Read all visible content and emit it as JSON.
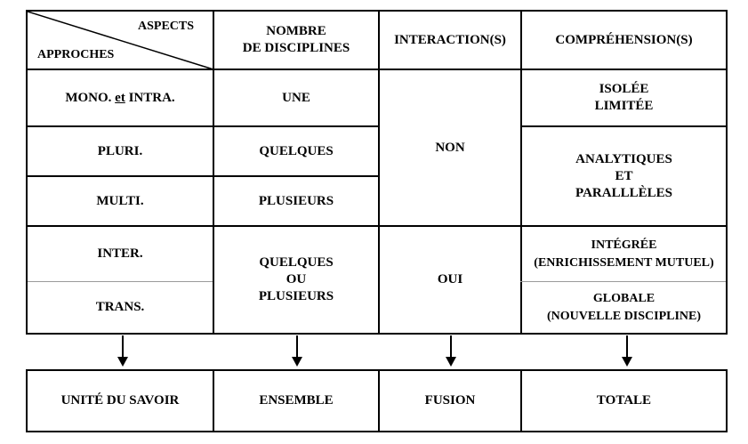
{
  "header": {
    "aspects": "ASPECTS",
    "approches": "APPROCHES",
    "nombre_line1": "NOMBRE",
    "nombre_line2": "DE DISCIPLINES",
    "interaction": "INTERACTION(S)",
    "comprehension": "COMPRÉHENSION(S)"
  },
  "rows": {
    "mono_prefix": "MONO. ",
    "mono_et": "et",
    "mono_suffix": " INTRA.",
    "pluri": "PLURI.",
    "multi": "MULTI.",
    "inter": "INTER.",
    "trans": "TRANS."
  },
  "nombre": {
    "une": "UNE",
    "quelques": "QUELQUES",
    "plusieurs": "PLUSIEURS",
    "combo_line1": "QUELQUES",
    "combo_line2": "OU",
    "combo_line3": "PLUSIEURS"
  },
  "interaction": {
    "non": "NON",
    "oui": "OUI"
  },
  "comprehension": {
    "isolee": "ISOLÉE",
    "limitee": "LIMITÉE",
    "analytiques": "ANALYTIQUES",
    "et": "ET",
    "paralleles": "PARALLLÈLES",
    "integree": "INTÉGRÉE",
    "enrichissement": "(ENRICHISSEMENT MUTUEL)",
    "globale": "GLOBALE",
    "nouvelle": "(NOUVELLE DISCIPLINE)"
  },
  "bottom": {
    "unite": "UNITÉ DU SAVOIR",
    "ensemble": "ENSEMBLE",
    "fusion": "FUSION",
    "totale": "TOTALE"
  }
}
